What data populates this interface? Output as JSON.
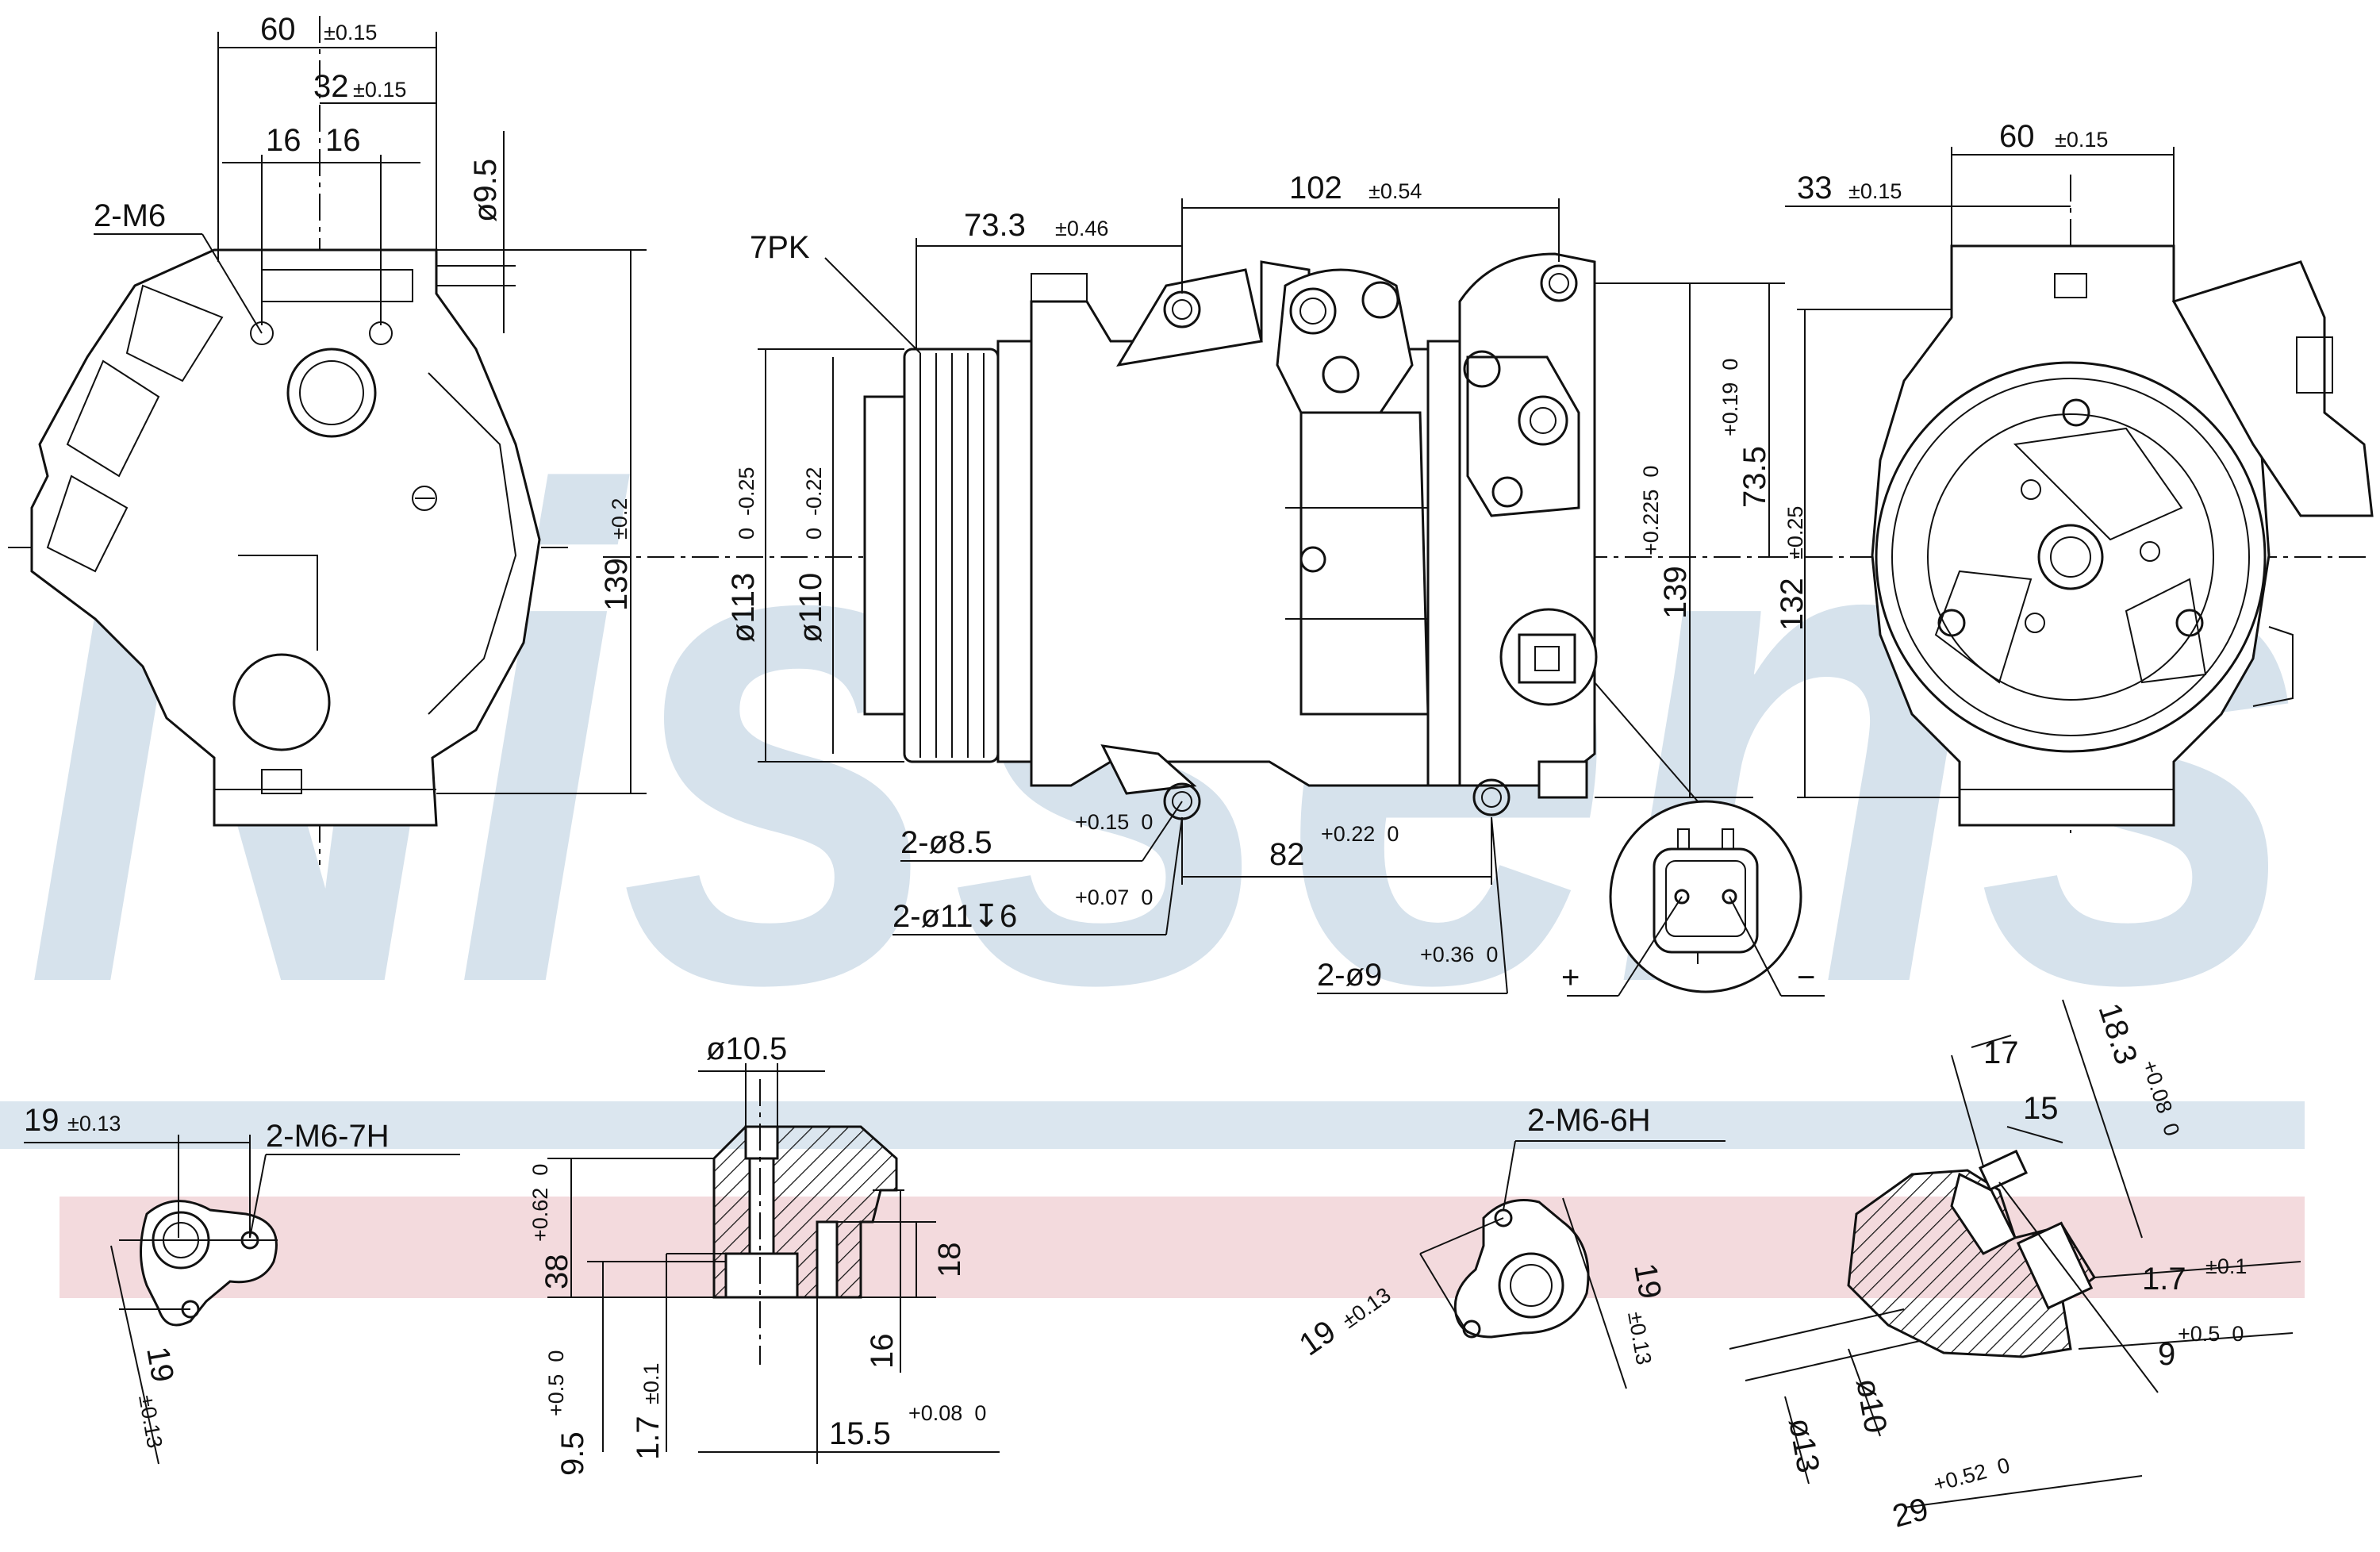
{
  "watermark": "Nissens",
  "colors": {
    "watermark": "#d6e2ec",
    "band_blue": "#dbe6ef",
    "band_red": "#f3dadd",
    "line": "#111111"
  },
  "dims": {
    "d60": "60",
    "tol_015": "±0.15",
    "d32": "32",
    "d16a": "16",
    "d16b": "16",
    "d9_5": "ø9.5",
    "m6": "2-M6",
    "d139": "139",
    "tol_02": "±0.2",
    "pk": "7PK",
    "d73": "73.3",
    "tol_046": "±0.46",
    "d102": "102",
    "tol_054": "±0.54",
    "d113": "ø113",
    "d113_tol": "0 -0.25",
    "d110": "ø110",
    "d110_tol": "0 -0.22",
    "d735": "73.5",
    "d735_tol": "+0.19 0",
    "d139b": "139",
    "d139b_tol": "+0.225 0",
    "d132": "132",
    "tol_025": "±0.25",
    "d33": "33",
    "d60r": "60",
    "h85": "2-ø8.5",
    "h85_tol": "+0.15 0",
    "h11": "2-ø11↧6",
    "h11_tol": "+0.07 0",
    "d82": "82",
    "d82_tol": "+0.22 0",
    "h9": "2-ø9",
    "h9_tol": "+0.36 0",
    "plus": "+",
    "minus": "−",
    "d19a": "19",
    "tol_013": "±0.13",
    "m6_7h": "2-M6-7H",
    "d19b": "19",
    "d105": "ø10.5",
    "d38": "38",
    "d38_tol": "+0.62 0",
    "d18": "18",
    "d16": "16",
    "d95": "9.5",
    "d95_tol": "+0.5 0",
    "d17": "1.7",
    "tol_01": "±0.1",
    "d155": "15.5",
    "d155_tol": "+0.08 0",
    "m6_6h": "2-M6-6H",
    "d19c": "19",
    "d19d": "19",
    "d17b": "17",
    "d15": "15",
    "d183": "18.3",
    "d183_tol": "+0.08 0",
    "d17c": "1.7",
    "d9": "9",
    "d9_tol": "+0.5 0",
    "d13": "ø13",
    "d10": "ø10",
    "d29": "29",
    "d29_tol": "+0.52 0"
  }
}
